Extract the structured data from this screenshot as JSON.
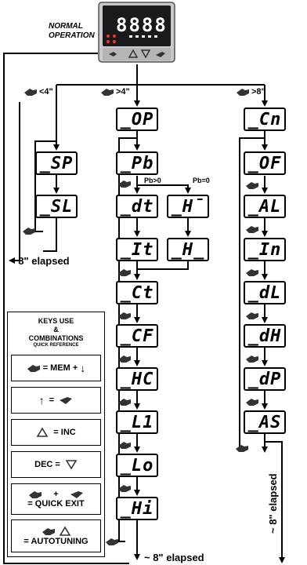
{
  "header": {
    "line1": "NORMAL",
    "line2": "OPERATION"
  },
  "device": {
    "display": "8888"
  },
  "branches": {
    "short": "<4\"",
    "mid": ">4\"",
    "long": ">8\""
  },
  "conditions": {
    "pb_gt": "Pb>0",
    "pb_eq": "Pb=0"
  },
  "params": {
    "sp": "_SP",
    "sl": "_SL",
    "op": "_OP",
    "pb": "_Pb",
    "dt": "_dt",
    "hi_bar": "_H¯",
    "it": "_It",
    "h_low": "_H_",
    "ct": "_Ct",
    "cf": "_CF",
    "hc": "_HC",
    "l1": "_L1",
    "lo": "_Lo",
    "hi": "_Hi",
    "cn": "_Cn",
    "of": "_OF",
    "al": "_AL",
    "in": "_In",
    "dl": "_dL",
    "dh": "_dH",
    "dp": "_dP",
    "as": "_AS"
  },
  "timeouts": {
    "left": "~ 8\" elapsed",
    "bottom": "~ 8\" elapsed",
    "right": "~ 8\" elapsed"
  },
  "legend": {
    "title1": "KEYS USE",
    "title2": "&",
    "title3": "COMBINATIONS",
    "subtitle": "QUICK REFERENCE",
    "mem": "= MEM +",
    "up": "=",
    "inc": "= INC",
    "dec": "DEC =",
    "plus": "+",
    "quick_exit": "= QUICK EXIT",
    "autotuning": "= AUTOTUNING"
  }
}
